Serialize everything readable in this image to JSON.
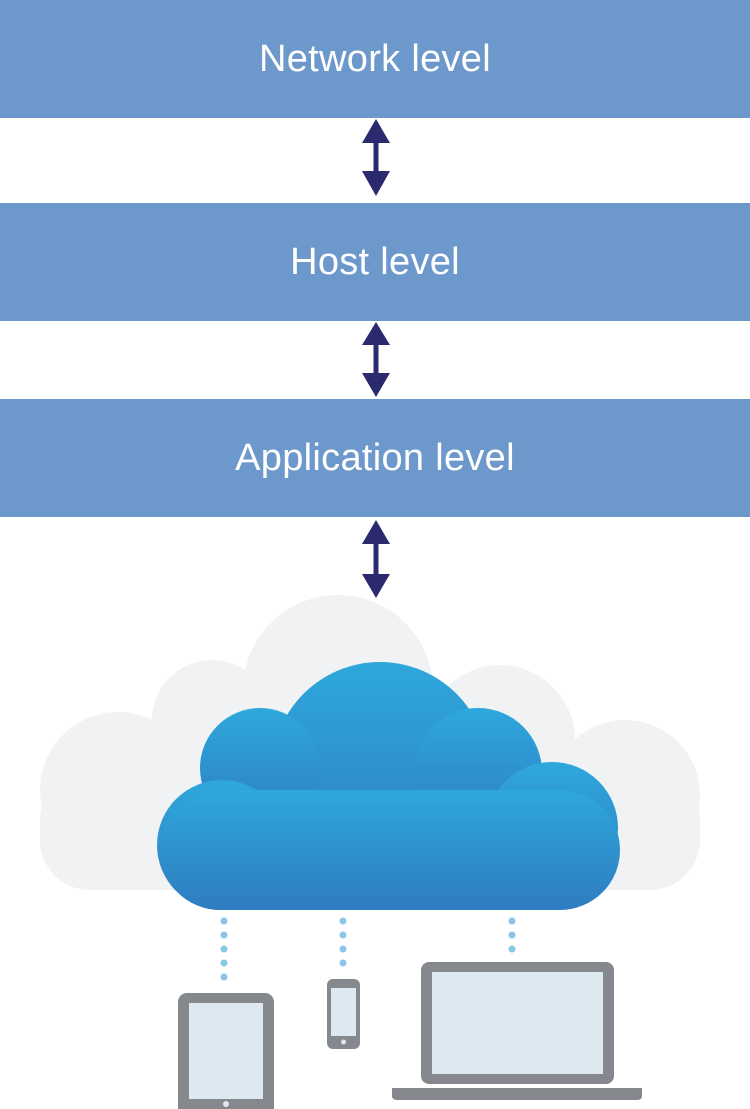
{
  "levels": {
    "network": "Network level",
    "host": "Host level",
    "application": "Application level"
  },
  "colors": {
    "band": "#6c98cc",
    "arrow": "#2b2a6e",
    "cloud_top": "#2ea8dc",
    "cloud_bottom": "#2f7cc0",
    "cloud_shadow": "#f0f2f3",
    "dots": "#8cc4ea",
    "device_frame": "#85888c",
    "device_screen": "#dde8f0"
  },
  "icons": [
    "double-arrow-icon",
    "cloud-icon",
    "tablet-icon",
    "phone-icon",
    "laptop-icon"
  ]
}
